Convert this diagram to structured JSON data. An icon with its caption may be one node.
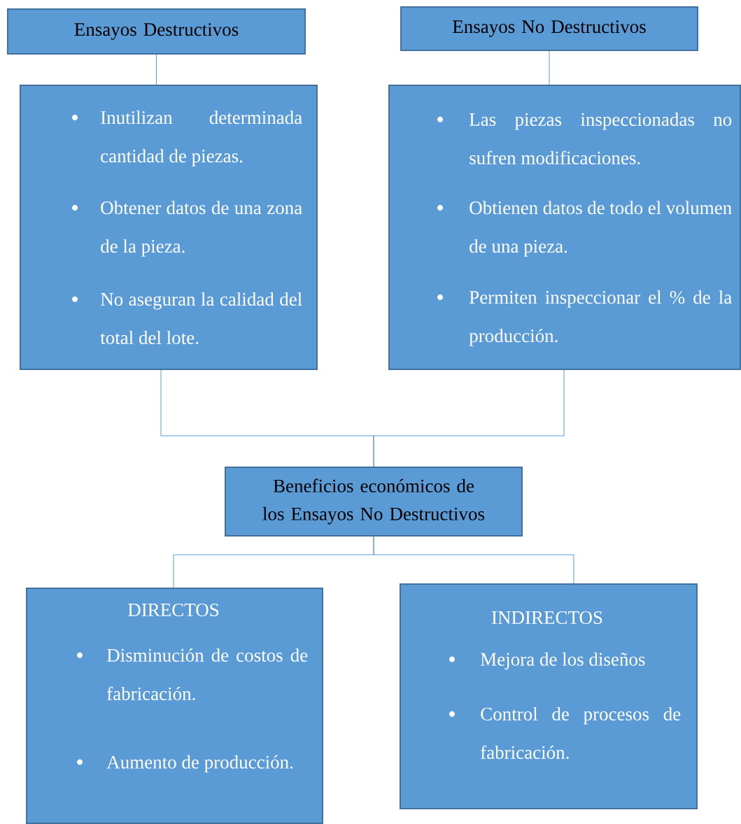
{
  "diagram": {
    "nodes": [
      {
        "text": [
          "Ensayos Destructivos"
        ]
      },
      {
        "text": [
          "Ensayos No Destructivos"
        ]
      },
      {
        "text": [
          "Inutilizan determinada cantidad de piezas.",
          "Obtener datos de una zona de la pieza.",
          "No aseguran la calidad del total del lote."
        ]
      },
      {
        "text": [
          "Las piezas inspeccionadas no sufren modificaciones.",
          "Obtienen datos de todo el volumen de una pieza.",
          "Permiten inspeccionar el % de la producción."
        ]
      },
      {
        "text": [
          "Beneficios económicos de los Ensayos No Destructivos"
        ]
      },
      {
        "text": [
          "DIRECTOS",
          "Disminución de costos de fabricación.",
          "Aumento de producción."
        ]
      },
      {
        "text": [
          "INDIRECTOS",
          "Mejora de los diseños",
          "Control de procesos de fabricación."
        ]
      }
    ],
    "edges": [
      {
        "from": 0,
        "to": 2,
        "arrow": "none"
      },
      {
        "from": 1,
        "to": 3,
        "arrow": "none"
      },
      {
        "from": 2,
        "to": 4,
        "arrow": "none"
      },
      {
        "from": 3,
        "to": 4,
        "arrow": "none"
      },
      {
        "from": 4,
        "to": 5,
        "arrow": "none"
      },
      {
        "from": 4,
        "to": 6,
        "arrow": "none"
      }
    ]
  }
}
